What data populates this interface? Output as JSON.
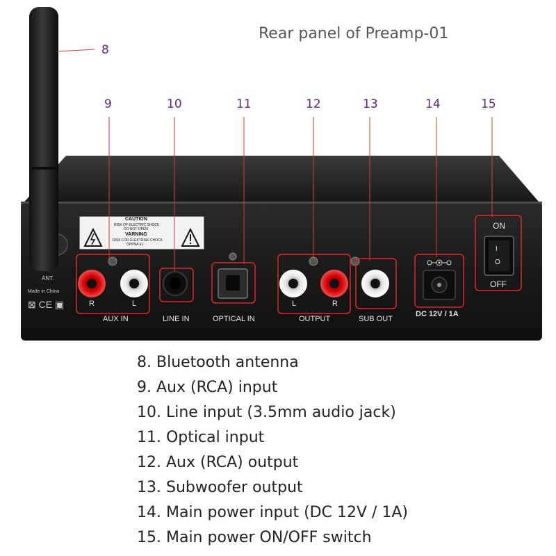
{
  "title": "Rear panel of Preamp-01",
  "colors": {
    "callout_text": "#5a2a82",
    "leader_line": "#d93a3a",
    "panel": "#1c1c1c",
    "panel_top": "#2a2a2a"
  },
  "callouts": [
    {
      "number": "8",
      "description": "Bluetooth antenna"
    },
    {
      "number": "9",
      "description": "Aux (RCA) input"
    },
    {
      "number": "10",
      "description": "Line input (3.5mm audio jack)"
    },
    {
      "number": "11",
      "description": "Optical input"
    },
    {
      "number": "12",
      "description": "Aux (RCA) output"
    },
    {
      "number": "13",
      "description": "Subwoofer output"
    },
    {
      "number": "14",
      "description": "Main power input (DC 12V / 1A)"
    },
    {
      "number": "15",
      "description": "Main power ON/OFF switch"
    }
  ],
  "legend": [
    "8. Bluetooth antenna",
    "9. Aux (RCA) input",
    "10. Line input (3.5mm audio jack)",
    "11. Optical input",
    "12. Aux (RCA) output",
    "13. Subwoofer output",
    "14. Main power input (DC 12V / 1A)",
    "15. Main power ON/OFF switch"
  ],
  "panel_labels": {
    "ant": "ANT.",
    "made_in": "Made in China",
    "aux_in": "AUX IN",
    "line_in": "LINE IN",
    "optical_in": "OPTICAL IN",
    "output": "OUTPUT",
    "sub_out": "SUB OUT",
    "dc": "DC 12V / 1A",
    "on": "ON",
    "off": "OFF",
    "r": "R",
    "l": "L",
    "caution": "CAUTION",
    "caution_line1": "RISK OF ELECTRIC SHOCK",
    "caution_line2": "DO NOT OPEN",
    "warning": "VARNING",
    "warning_line1": "RISK FOR ELEKTRISK CHOCK",
    "warning_line2": "ÖPPNA EJ",
    "switch_top": "I",
    "switch_bottom": "O"
  }
}
